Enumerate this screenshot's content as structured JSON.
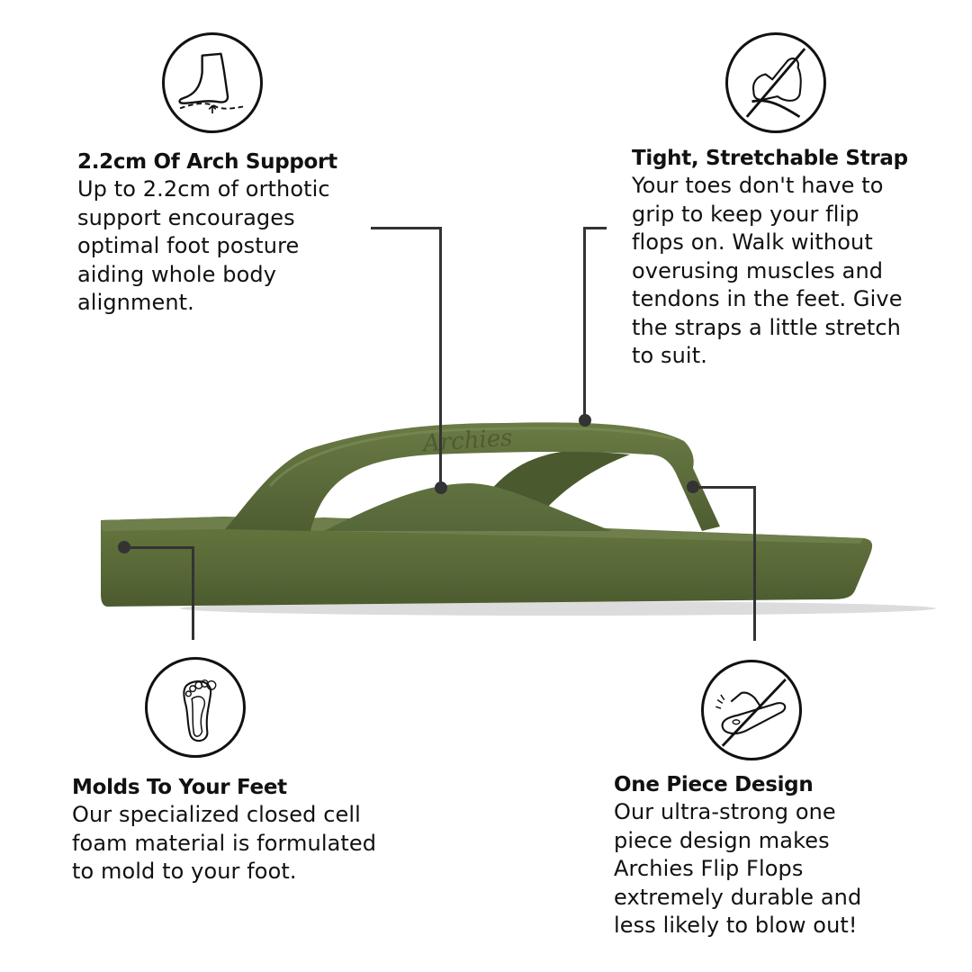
{
  "colors": {
    "text": "#111111",
    "callout_line": "#333333",
    "sandal_main": "#5a6b3c",
    "sandal_dark": "#48572f",
    "sandal_light": "#6b7c4a",
    "shadow": "#d9d9d9"
  },
  "features": [
    {
      "id": "arch-support",
      "icon": "foot-arch-icon",
      "title": "2.2cm Of Arch Support",
      "lines": [
        "Up to 2.2cm of orthotic",
        "support encourages",
        "optimal foot posture",
        "aiding whole body",
        "alignment."
      ]
    },
    {
      "id": "stretchable-strap",
      "icon": "no-toe-grip-icon",
      "title": "Tight, Stretchable Strap",
      "lines": [
        "Your toes don't have to",
        "grip to keep your flip",
        "flops on. Walk without",
        "overusing muscles and",
        "tendons in the feet. Give",
        "the straps a little stretch",
        "to suit."
      ]
    },
    {
      "id": "molds-to-feet",
      "icon": "footprint-insole-icon",
      "title": "Molds To Your Feet",
      "lines": [
        "Our specialized closed cell",
        "foam material is formulated",
        "to mold to your foot."
      ]
    },
    {
      "id": "one-piece-design",
      "icon": "no-blowout-icon",
      "title": "One Piece Design",
      "lines": [
        "Our ultra-strong one",
        "piece design makes",
        "Archies Flip Flops",
        "extremely durable and",
        "less likely to blow out!"
      ]
    }
  ],
  "product": {
    "name": "Archies Flip Flops",
    "strap_embossing": "Archies"
  }
}
